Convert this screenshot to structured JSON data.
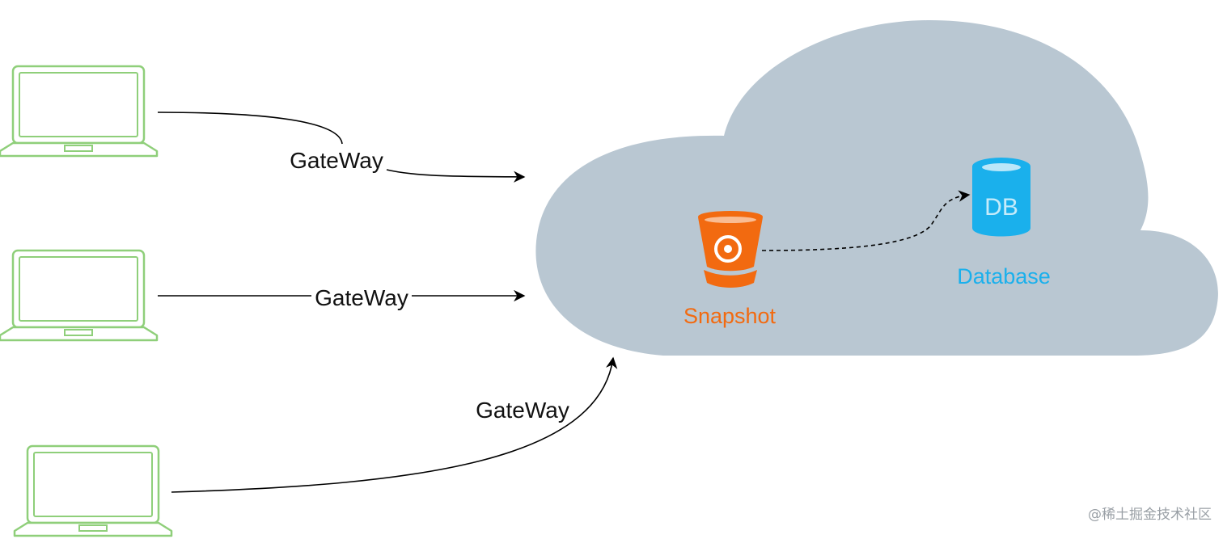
{
  "diagram": {
    "edges": [
      {
        "label": "GateWay"
      },
      {
        "label": "GateWay"
      },
      {
        "label": "GateWay"
      },
      {
        "label": ""
      }
    ],
    "nodes": {
      "snapshot": {
        "label": "Snapshot",
        "icon": "bucket-icon",
        "color": "#f26a10"
      },
      "database": {
        "label": "Database",
        "icon": "database-icon",
        "icon_text": "DB",
        "color": "#1ab0ec"
      },
      "clients": [
        {
          "icon": "laptop-icon"
        },
        {
          "icon": "laptop-icon"
        },
        {
          "icon": "laptop-icon"
        }
      ],
      "cloud": {
        "icon": "cloud-icon",
        "color": "#b9c7d2"
      }
    },
    "laptop_color": "#8fcf7a"
  },
  "watermark": "@稀土掘金技术社区"
}
